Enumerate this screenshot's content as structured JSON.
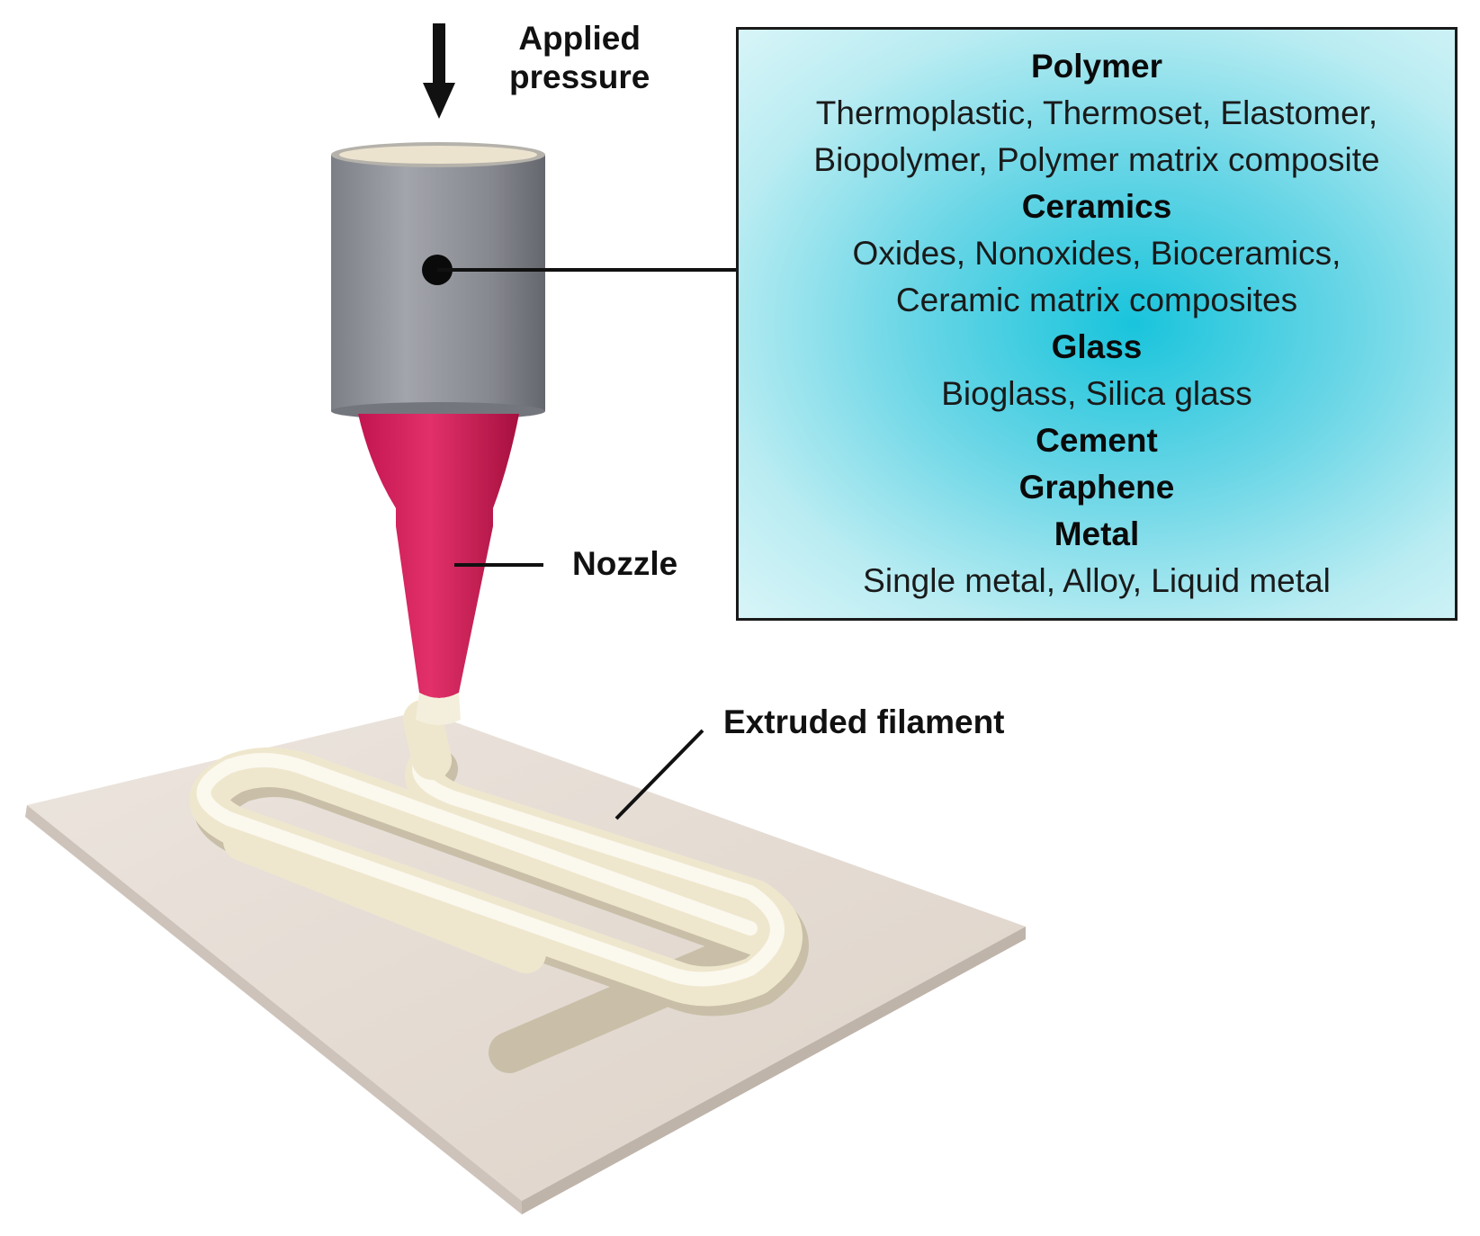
{
  "labels": {
    "applied_pressure_line1": "Applied",
    "applied_pressure_line2": "pressure",
    "nozzle": "Nozzle",
    "extruded_filament": "Extruded filament"
  },
  "materials": [
    {
      "title": "Polymer",
      "lines": [
        "Thermoplastic, Thermoset, Elastomer,",
        "Biopolymer, Polymer matrix composite"
      ]
    },
    {
      "title": "Ceramics",
      "lines": [
        "Oxides, Nonoxides, Bioceramics,",
        "Ceramic matrix composites"
      ]
    },
    {
      "title": "Glass",
      "lines": [
        "Bioglass, Silica glass"
      ]
    },
    {
      "title": "Cement",
      "lines": []
    },
    {
      "title": "Graphene",
      "lines": []
    },
    {
      "title": "Metal",
      "lines": [
        "Single metal, Alloy, Liquid metal"
      ]
    }
  ],
  "colors": {
    "cylinder": "#8f9199",
    "nozzle": "#d41f5c",
    "filament": "#f5f0dc",
    "platform": "#e6ddd5",
    "box_fill": "#19c4dc"
  }
}
